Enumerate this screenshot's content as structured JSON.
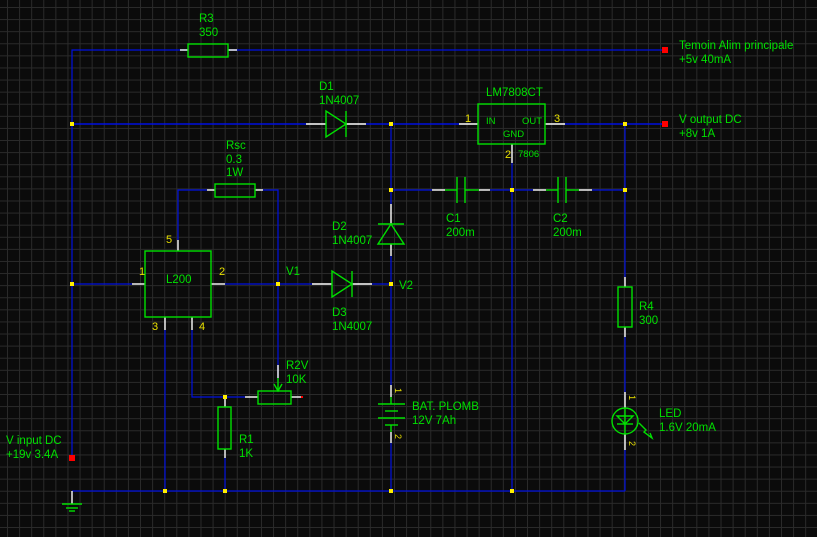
{
  "components": {
    "r3": {
      "ref": "R3",
      "value": "350"
    },
    "d1": {
      "ref": "D1",
      "value": "1N4007"
    },
    "reg": {
      "ref": "LM7808CT",
      "value": "7806",
      "pin_in": "IN",
      "pin_out": "OUT",
      "pin_gnd": "GND",
      "p1": "1",
      "p2": "2",
      "p3": "3"
    },
    "rsc": {
      "ref": "Rsc",
      "value": "0.3",
      "power": "1W"
    },
    "c1": {
      "ref": "C1",
      "value": "200m"
    },
    "c2": {
      "ref": "C2",
      "value": "200m"
    },
    "d2": {
      "ref": "D2",
      "value": "1N4007"
    },
    "l200": {
      "ref": "L200",
      "p1": "1",
      "p2": "2",
      "p3": "3",
      "p4": "4",
      "p5": "5"
    },
    "d3": {
      "ref": "D3",
      "value": "1N4007"
    },
    "r2v": {
      "ref": "R2V",
      "value": "10K"
    },
    "r1": {
      "ref": "R1",
      "value": "1K"
    },
    "bat": {
      "ref": "BAT. PLOMB",
      "value": "12V  7Ah",
      "p1": "1",
      "p2": "2"
    },
    "r4": {
      "ref": "R4",
      "value": "300"
    },
    "led": {
      "ref": "LED",
      "value": "1.6V  20mA",
      "p1": "1",
      "p2": "2"
    }
  },
  "nets": {
    "v1": "V1",
    "v2": "V2"
  },
  "terminals": {
    "temoin": {
      "label": "Temoin Alim principale",
      "value": "+5v  40mA"
    },
    "vout": {
      "label": "V output DC",
      "value": "+8v  1A"
    },
    "vin": {
      "label": "V input DC",
      "value": "+19v 3.4A"
    }
  },
  "colors": {
    "background": "#0b0b0b",
    "grid": "#2b2b2b",
    "wire": "#0010e0",
    "component": "#00e000",
    "junction": "#ffee00",
    "terminal": "#ff0000",
    "pin_label": "#e8e000"
  }
}
